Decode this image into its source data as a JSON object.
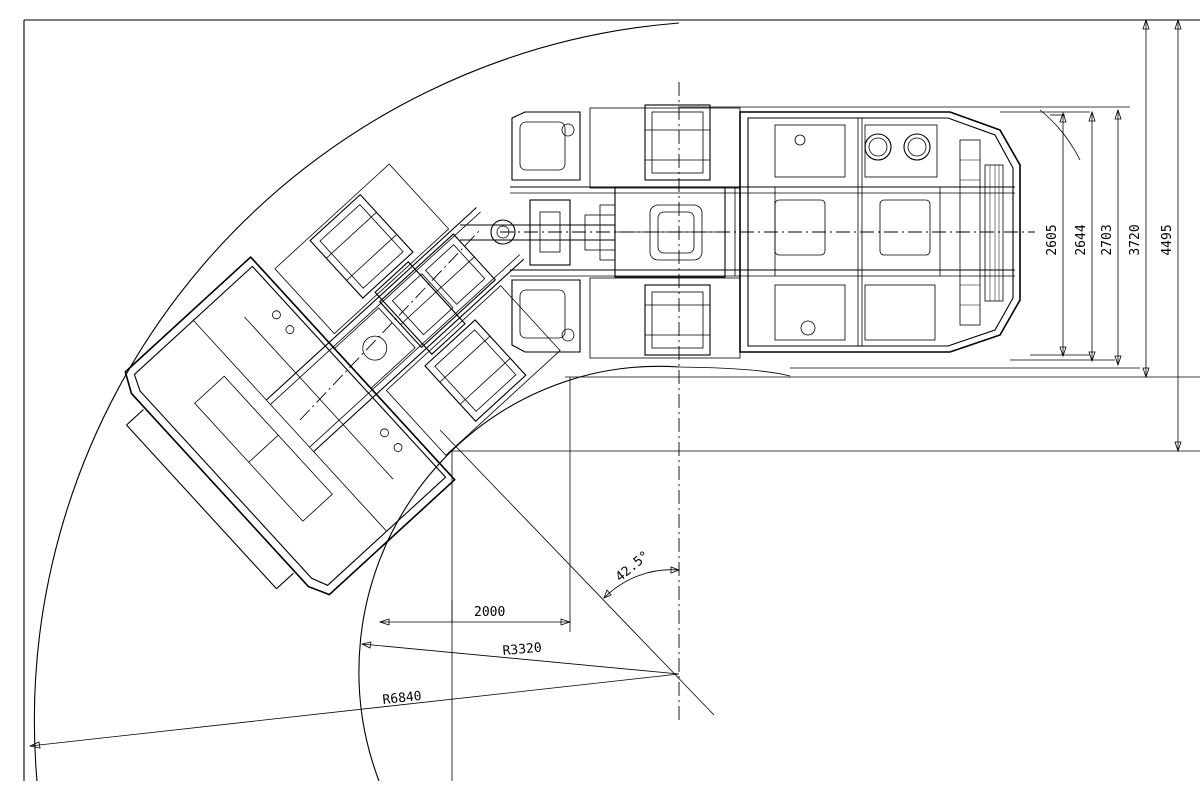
{
  "dimensions": {
    "vertical": [
      "2605",
      "2644",
      "2703",
      "3720",
      "4495"
    ],
    "horizontal": "2000",
    "angle": "42.5°",
    "inner_radius": "R3320",
    "outer_radius": "R6840"
  }
}
